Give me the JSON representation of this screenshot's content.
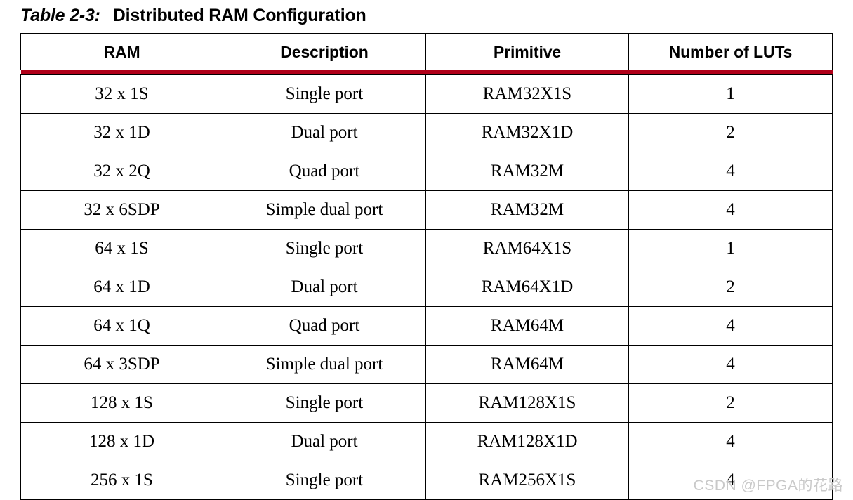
{
  "caption": {
    "label": "Table 2-3:",
    "title": "Distributed RAM Configuration"
  },
  "table": {
    "headers": [
      "RAM",
      "Description",
      "Primitive",
      "Number of LUTs"
    ],
    "rule_color": "#B00019",
    "rows": [
      [
        "32 x 1S",
        "Single port",
        "RAM32X1S",
        "1"
      ],
      [
        "32 x 1D",
        "Dual port",
        "RAM32X1D",
        "2"
      ],
      [
        "32 x 2Q",
        "Quad port",
        "RAM32M",
        "4"
      ],
      [
        "32 x 6SDP",
        "Simple dual port",
        "RAM32M",
        "4"
      ],
      [
        "64 x 1S",
        "Single port",
        "RAM64X1S",
        "1"
      ],
      [
        "64 x 1D",
        "Dual port",
        "RAM64X1D",
        "2"
      ],
      [
        "64 x 1Q",
        "Quad port",
        "RAM64M",
        "4"
      ],
      [
        "64 x 3SDP",
        "Simple dual port",
        "RAM64M",
        "4"
      ],
      [
        "128 x 1S",
        "Single port",
        "RAM128X1S",
        "2"
      ],
      [
        "128 x 1D",
        "Dual port",
        "RAM128X1D",
        "4"
      ],
      [
        "256 x 1S",
        "Single port",
        "RAM256X1S",
        "4"
      ]
    ]
  },
  "watermark": {
    "text": "CSDN @FPGA的花路",
    "color": "#c9c9c9"
  }
}
